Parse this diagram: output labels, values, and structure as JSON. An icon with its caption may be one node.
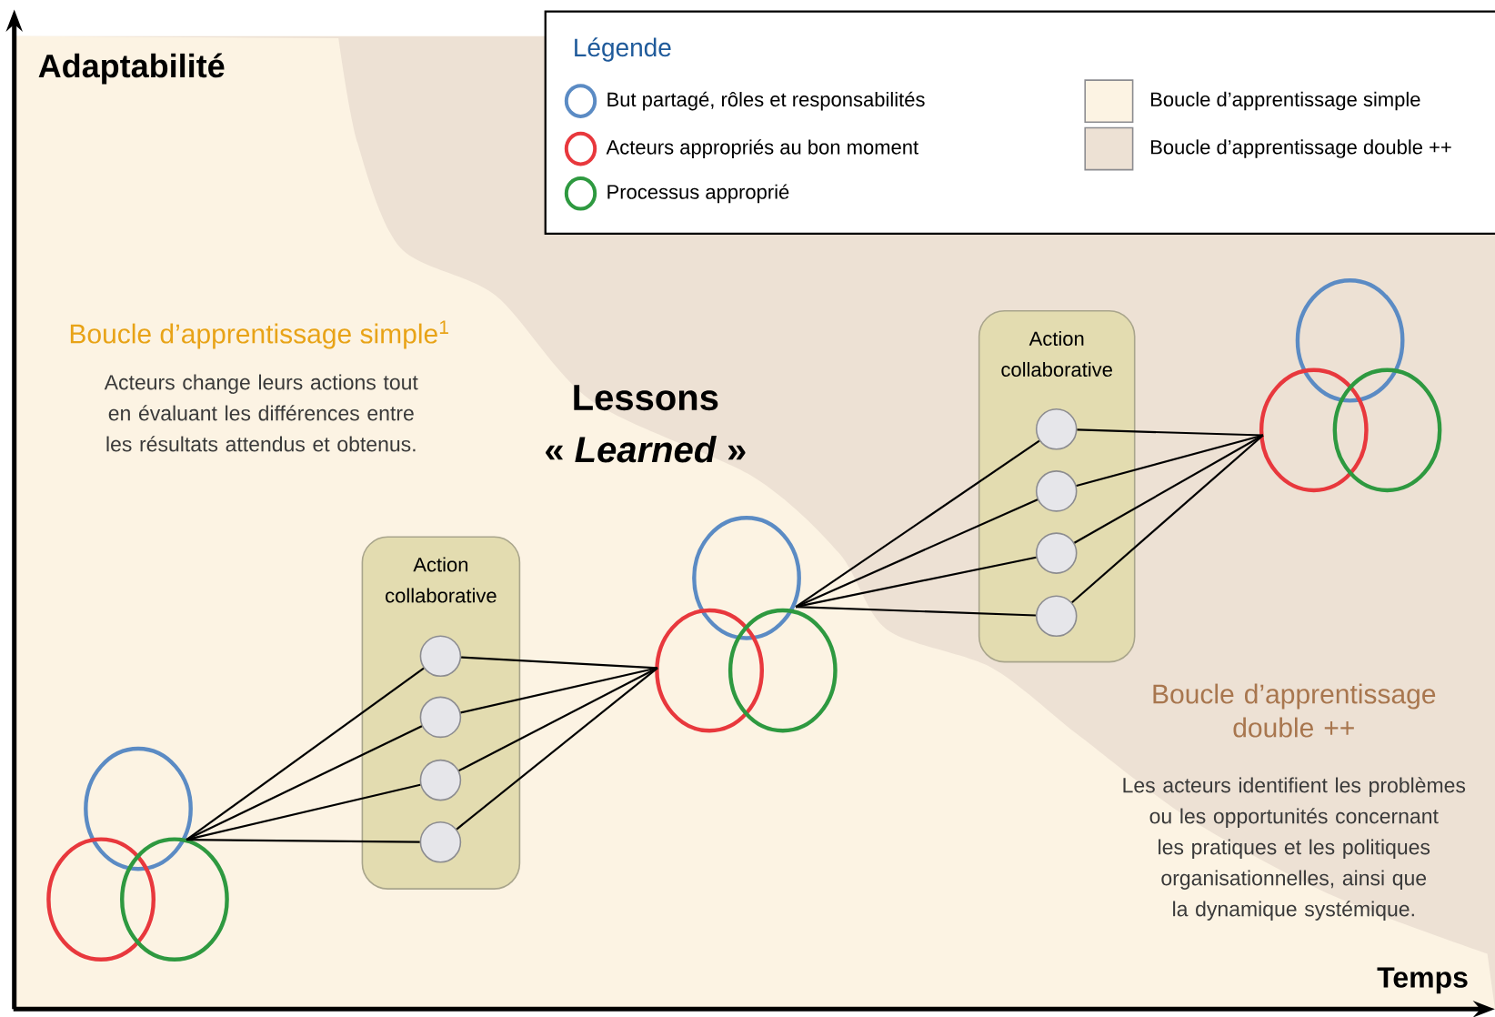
{
  "diagram": {
    "nodes": [
      {
        "text": [],
        "shape": "circle"
      },
      {
        "text": [
          "Action collaborative"
        ]
      },
      {
        "text": [],
        "shape": "circle",
        "in": 1
      },
      {
        "text": [],
        "shape": "circle",
        "in": 1
      },
      {
        "text": [],
        "shape": "circle",
        "in": 1
      },
      {
        "text": [],
        "shape": "circle",
        "in": 1
      },
      {
        "text": [],
        "shape": "circle"
      },
      {
        "text": [
          "Action collaborative"
        ]
      },
      {
        "text": [],
        "shape": "circle",
        "in": 7
      },
      {
        "text": [],
        "shape": "circle",
        "in": 7
      },
      {
        "text": [],
        "shape": "circle",
        "in": 7
      },
      {
        "text": [],
        "shape": "circle",
        "in": 7
      },
      {
        "text": [],
        "shape": "circle"
      }
    ],
    "edges": [
      {
        "from": 0,
        "to": 2,
        "arrow": "none"
      },
      {
        "from": 0,
        "to": 3,
        "arrow": "none"
      },
      {
        "from": 0,
        "to": 4,
        "arrow": "none"
      },
      {
        "from": 0,
        "to": 5,
        "arrow": "none"
      },
      {
        "from": 2,
        "to": 6,
        "arrow": "none"
      },
      {
        "from": 3,
        "to": 6,
        "arrow": "none"
      },
      {
        "from": 4,
        "to": 6,
        "arrow": "none"
      },
      {
        "from": 5,
        "to": 6,
        "arrow": "none"
      },
      {
        "from": 6,
        "to": 8,
        "arrow": "none"
      },
      {
        "from": 6,
        "to": 9,
        "arrow": "none"
      },
      {
        "from": 6,
        "to": 10,
        "arrow": "none"
      },
      {
        "from": 6,
        "to": 11,
        "arrow": "none"
      },
      {
        "from": 8,
        "to": 12,
        "arrow": "none"
      },
      {
        "from": 9,
        "to": 12,
        "arrow": "none"
      },
      {
        "from": 10,
        "to": 12,
        "arrow": "none"
      },
      {
        "from": 11,
        "to": 12,
        "arrow": "none"
      }
    ],
    "labels": [
      "Adaptabilité",
      "Légende",
      "Boucle d’apprentissage simple$^{1}$",
      "Acteurs change leurs actions tout en évaluant les différences entre les résultats attendus et obtenus.",
      "Lessons",
      "« *Learned* »",
      "Boucle d’apprentissage double ++",
      "Les acteurs identifient les problèmes ou les opportunités concernant les pratiques et les politiques organisationnelles, ainsi que la dynamique systémique.",
      "Temps"
    ],
    "legend": [
      {
        "text": "But partagé, rôles et responsabilités"
      },
      {
        "text": "Acteurs appropriés au bon moment"
      },
      {
        "text": "Processus approprié"
      },
      {
        "text": "Boucle d’apprentissage simple",
        "color": "#fcf3e3"
      },
      {
        "text": "Boucle d’apprentissage double ++",
        "color": "#ede1d4"
      }
    ]
  }
}
